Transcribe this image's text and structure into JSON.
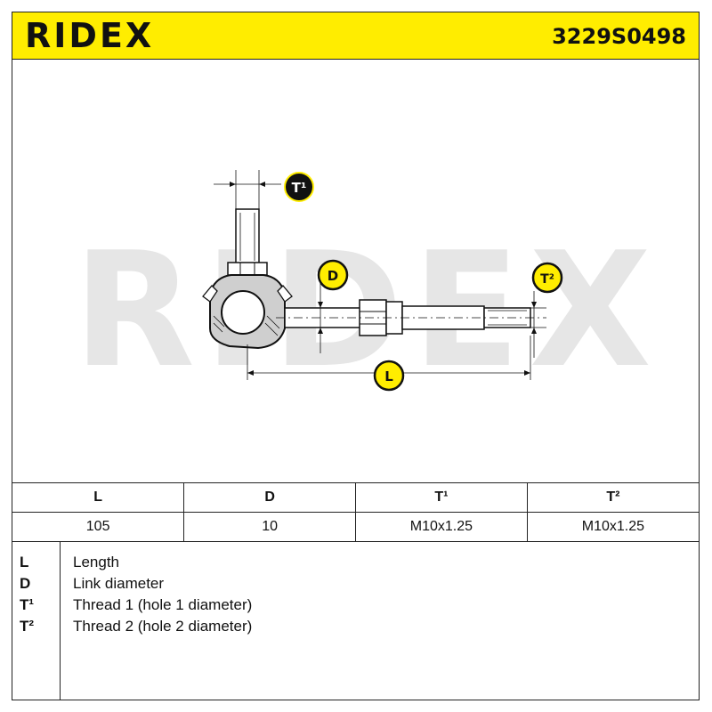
{
  "header": {
    "brand": "RIDEX",
    "part_number": "3229S0498"
  },
  "watermark": {
    "text": "RIDEX"
  },
  "diagram": {
    "callouts": {
      "t1": "T¹",
      "d": "D",
      "t2": "T²",
      "l": "L"
    }
  },
  "dimensions_table": {
    "headers": [
      "L",
      "D",
      "T¹",
      "T²"
    ],
    "values": [
      "105",
      "10",
      "M10x1.25",
      "M10x1.25"
    ]
  },
  "legend": {
    "items": [
      {
        "symbol": "L",
        "description": "Length"
      },
      {
        "symbol": "D",
        "description": "Link diameter"
      },
      {
        "symbol": "T¹",
        "description": "Thread 1 (hole 1 diameter)"
      },
      {
        "symbol": "T²",
        "description": "Thread 2 (hole 2 diameter)"
      }
    ]
  },
  "colors": {
    "header_background": "#ffed00",
    "callout_background": "#ffed00",
    "callout_fill": "#111111",
    "line": "#111111",
    "watermark": "#e6e6e6"
  }
}
